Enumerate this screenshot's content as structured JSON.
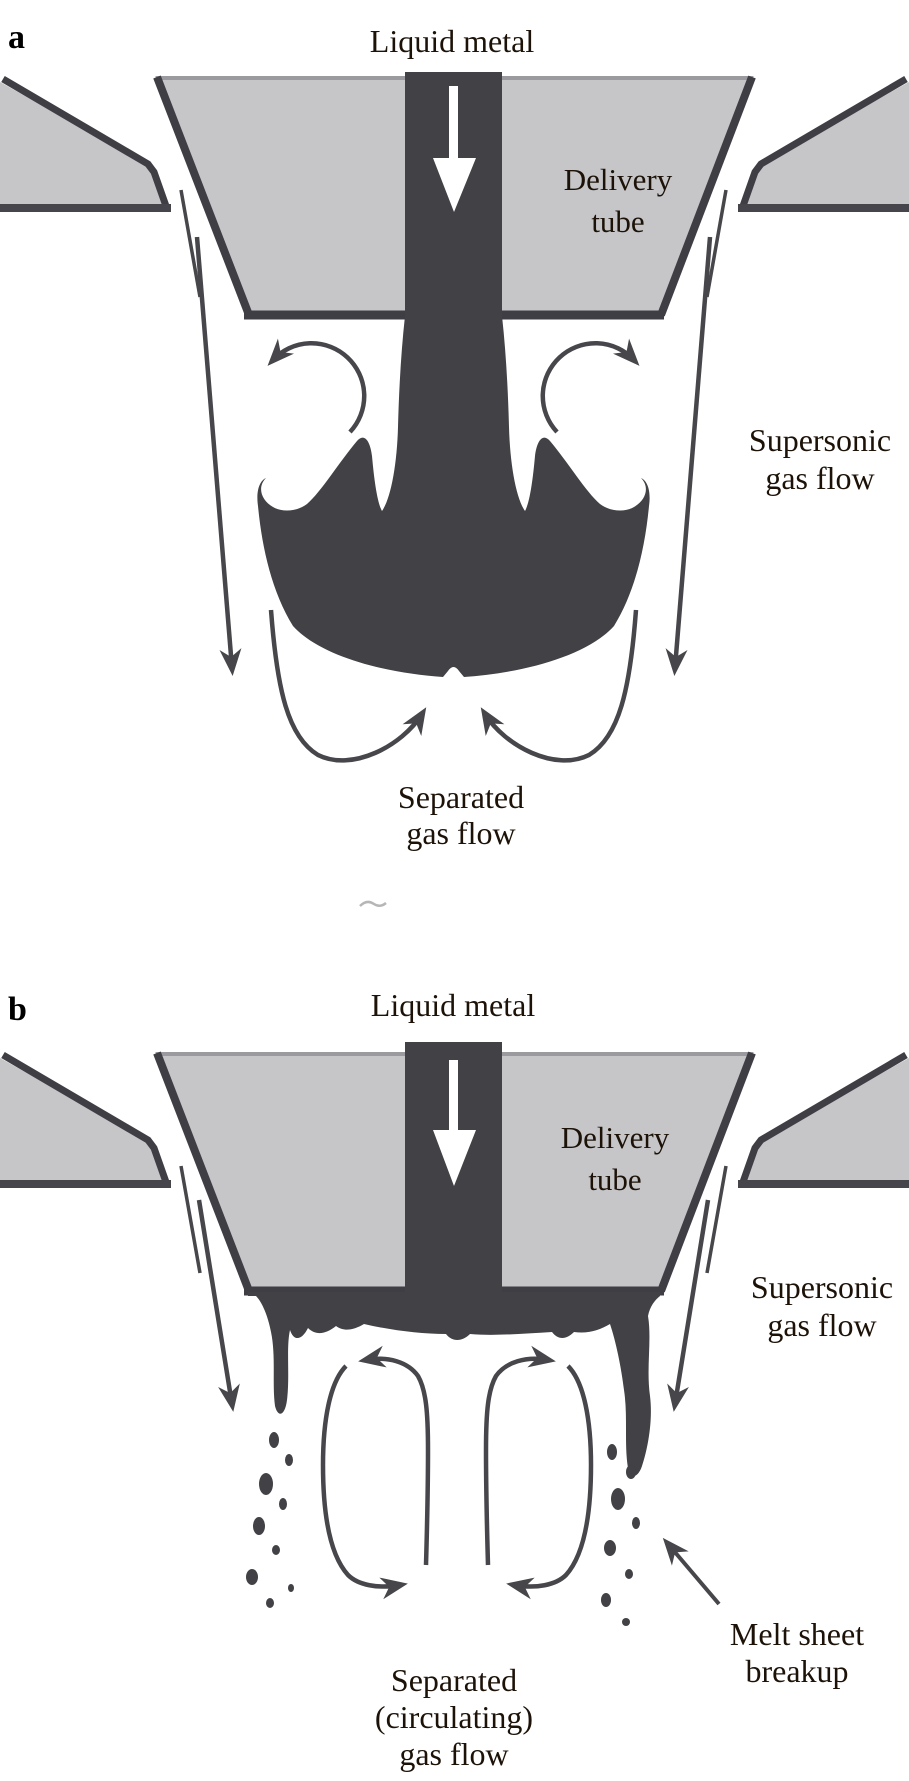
{
  "figure": {
    "description": "Two-panel schematic of close-coupled gas atomization melt delivery",
    "colors": {
      "background": "#ffffff",
      "nozzle_gray": "#c6c6c9",
      "metal_dark": "#414146",
      "edge_dark": "#3e3e44",
      "stroke_dark": "#46464b",
      "tube_top_border": "#9b9b9f",
      "text_black": "#1c1208",
      "artifact_gray": "#b6b6b6"
    },
    "panel_a": {
      "letter": "a",
      "labels": {
        "liquid_metal": "Liquid metal",
        "delivery_tube": [
          "Delivery",
          "tube"
        ],
        "supersonic_gas_flow": [
          "Supersonic",
          "gas flow"
        ],
        "separated_gas_flow": [
          "Separated",
          "gas flow"
        ]
      }
    },
    "panel_b": {
      "letter": "b",
      "labels": {
        "liquid_metal": "Liquid metal",
        "delivery_tube": [
          "Delivery",
          "tube"
        ],
        "supersonic_gas_flow": [
          "Supersonic",
          "gas flow"
        ],
        "separated_gas_flow": [
          "Separated",
          "(circulating)",
          "gas flow"
        ],
        "melt_sheet_breakup": [
          "Melt sheet",
          "breakup"
        ]
      }
    }
  }
}
